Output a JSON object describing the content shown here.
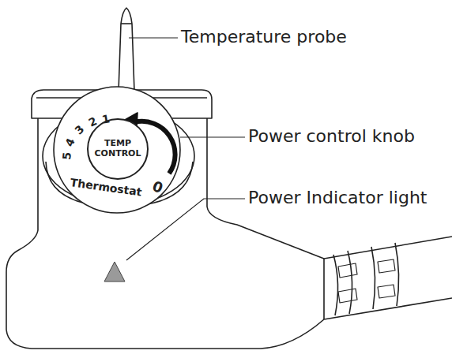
{
  "diagram": {
    "nodes": [
      {
        "text": [
          "TEMP CONTROL"
        ]
      }
    ],
    "labels": [
      "Temperature probe",
      "Power control knob",
      "Power Indicator light",
      "1",
      "2",
      "3",
      "4",
      "5",
      "Thermostat",
      "0"
    ]
  }
}
